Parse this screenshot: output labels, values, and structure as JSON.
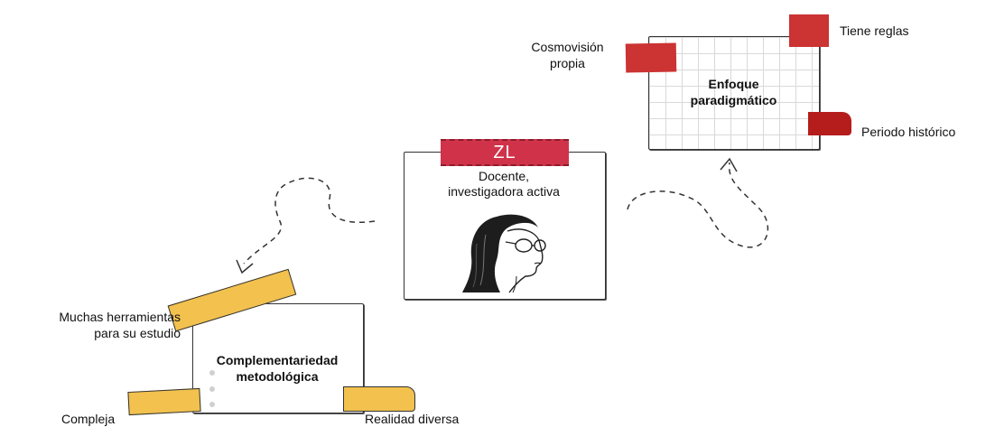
{
  "center_card": {
    "initials": "ZL",
    "role_line1": "Docente,",
    "role_line2": "investigadora activa"
  },
  "top_card": {
    "title_line1": "Enfoque",
    "title_line2": "paradigmático",
    "labels": {
      "cosmovision_line1": "Cosmovisión",
      "cosmovision_line2": "propia",
      "tiene_reglas": "Tiene reglas",
      "periodo": "Periodo histórico"
    }
  },
  "bottom_card": {
    "title_line1": "Complementariedad",
    "title_line2": "metodológica",
    "labels": {
      "herramientas_line1": "Muchas herramientas",
      "herramientas_line2": "para su estudio",
      "compleja": "Compleja",
      "realidad": "Realidad diversa"
    }
  },
  "colors": {
    "red": "#cc3333",
    "dark_red": "#b51d1d",
    "crimson": "#d0324a",
    "yellow": "#f2c14e"
  },
  "icons": {
    "portrait": "woman-with-glasses-sketch",
    "arrows": "dashed-curved-arrow"
  }
}
